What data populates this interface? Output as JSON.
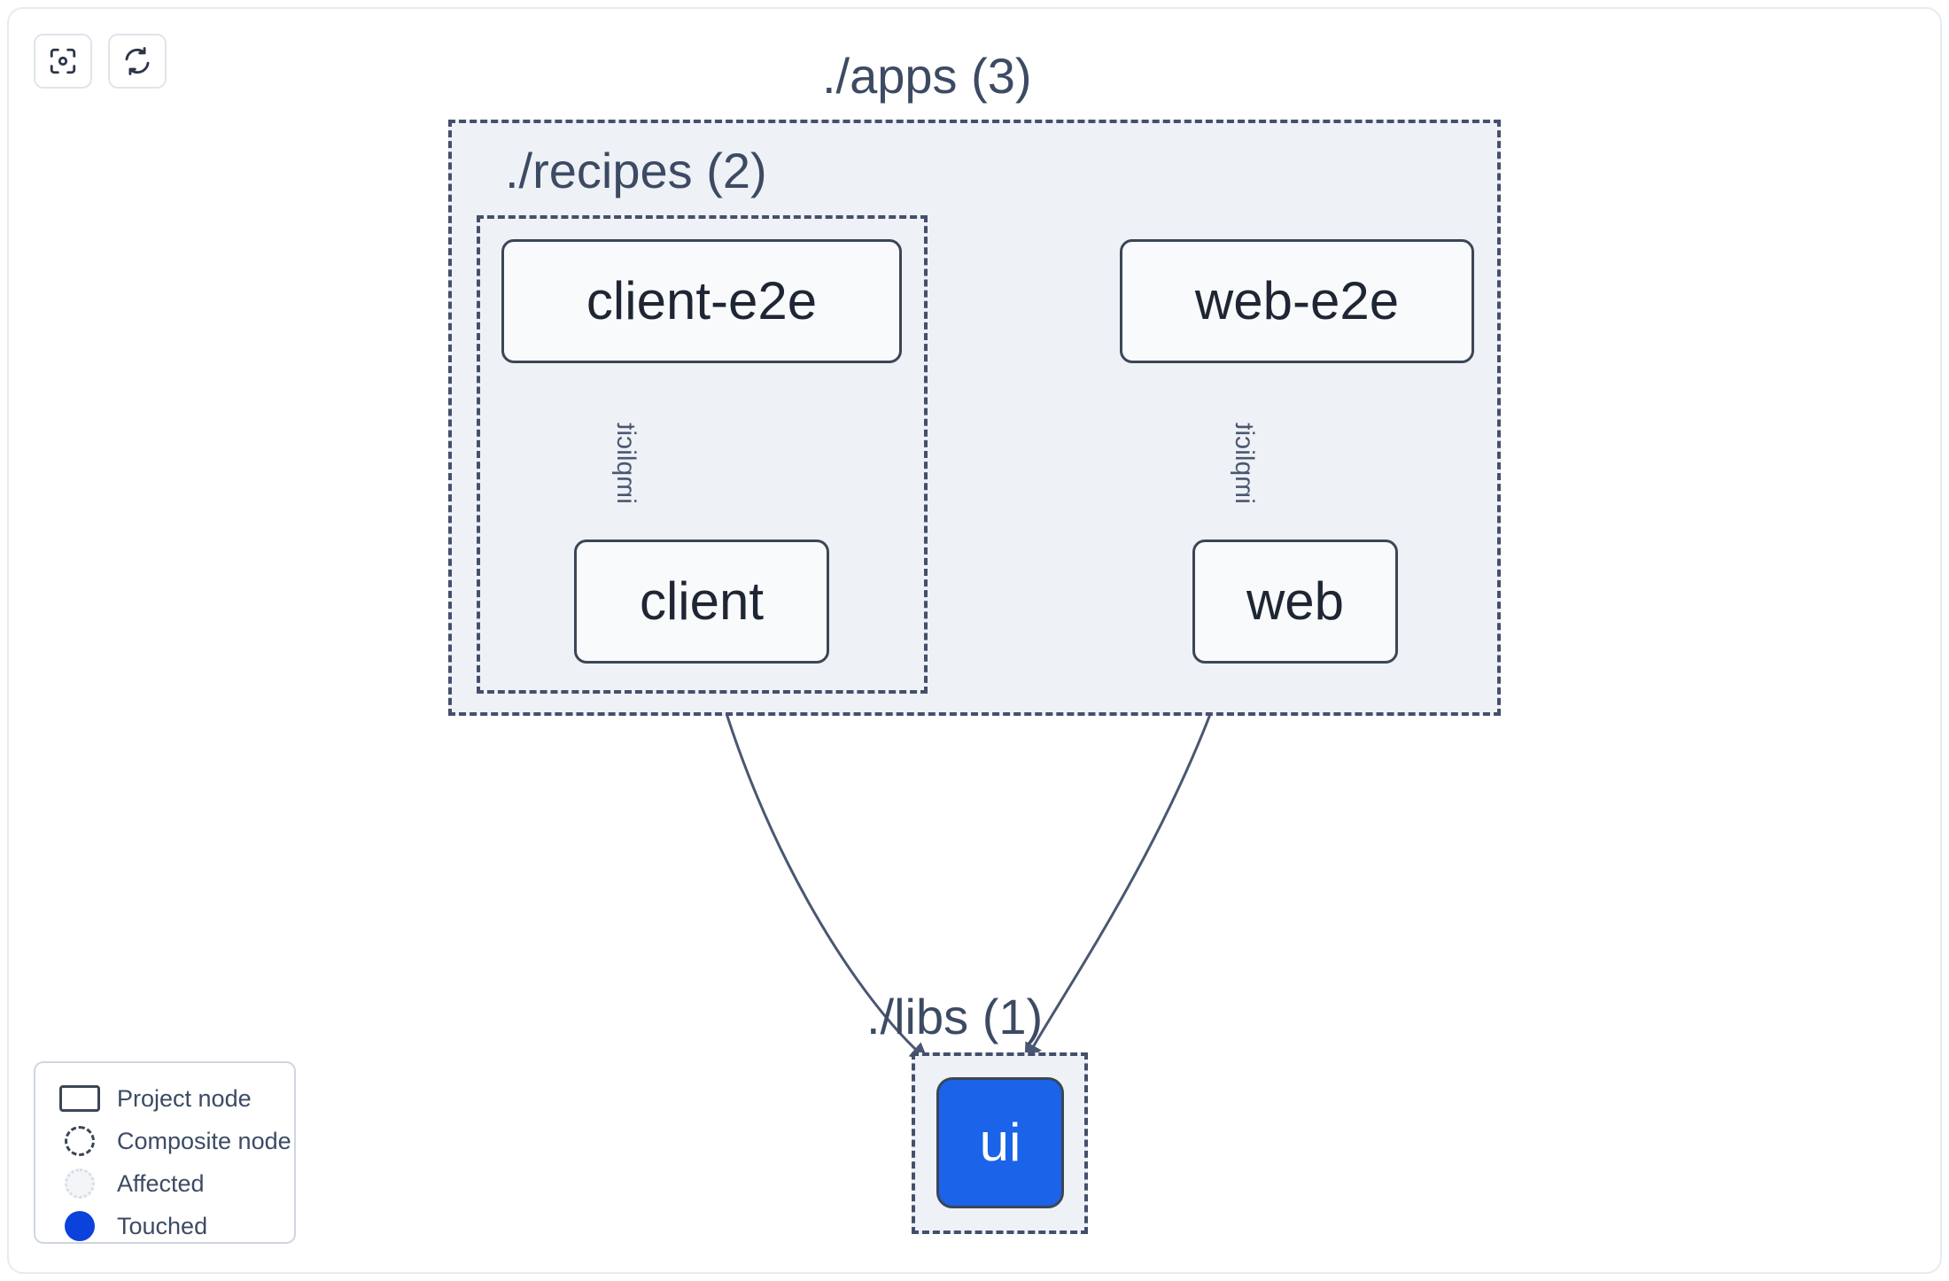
{
  "toolbar": {
    "buttons": [
      {
        "name": "focus-graph-button",
        "icon": "focus-icon",
        "label": ""
      },
      {
        "name": "refresh-graph-button",
        "icon": "refresh-icon",
        "label": ""
      }
    ]
  },
  "graph": {
    "groups": [
      {
        "id": "apps",
        "label": "./apps (3)",
        "count": 3,
        "style": "composite"
      },
      {
        "id": "recipes",
        "label": "./recipes (2)",
        "count": 2,
        "style": "composite"
      },
      {
        "id": "libs",
        "label": "./libs (1)",
        "count": 1,
        "style": "composite"
      }
    ],
    "nodes": [
      {
        "id": "client-e2e",
        "label": "client-e2e",
        "group": "recipes",
        "state": "normal"
      },
      {
        "id": "web-e2e",
        "label": "web-e2e",
        "group": "apps",
        "state": "normal"
      },
      {
        "id": "client",
        "label": "client",
        "group": "recipes",
        "state": "normal"
      },
      {
        "id": "web",
        "label": "web",
        "group": "apps",
        "state": "normal"
      },
      {
        "id": "ui",
        "label": "ui",
        "group": "libs",
        "state": "touched"
      }
    ],
    "edges": [
      {
        "from": "client-e2e",
        "to": "client",
        "label": "implicit"
      },
      {
        "from": "web-e2e",
        "to": "web",
        "label": "implicit"
      },
      {
        "from": "client",
        "to": "ui",
        "label": ""
      },
      {
        "from": "web",
        "to": "ui",
        "label": ""
      }
    ]
  },
  "legend": {
    "items": [
      {
        "swatch": "project-node-swatch",
        "label": "Project node"
      },
      {
        "swatch": "composite-node-swatch",
        "label": "Composite node"
      },
      {
        "swatch": "affected-swatch",
        "label": "Affected"
      },
      {
        "swatch": "touched-swatch",
        "label": "Touched"
      }
    ]
  },
  "colors": {
    "canvas": "#ffffff",
    "group_fill": "#eef1f6",
    "group_border": "#44506b",
    "node_border": "#3b4656",
    "node_fill": "#f8fafc",
    "node_text": "#1f2633",
    "touched_blue": "#1b63e8",
    "legend_touched_blue": "#0b42dc",
    "edge_stroke": "#4a5772",
    "label_text": "#3c4b63"
  }
}
